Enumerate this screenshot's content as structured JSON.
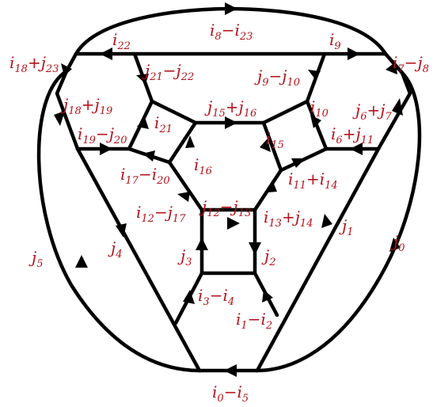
{
  "colors": {
    "edge": "#000000",
    "label": "#b5121b",
    "background": "#ffffff"
  },
  "labels": {
    "top_outer": "i8−i23",
    "i22": "i22",
    "i9": "i9",
    "i18j23": "i18+j23",
    "i7j8": "i7−j8",
    "j21j22": "j21−j22",
    "j9j10": "j9−j10",
    "j18j19": "j18+j19",
    "j6j7": "j6+j7",
    "j15j16": "j15+j16",
    "i21": "i21",
    "i10": "i10",
    "i19j20": "i19−j20",
    "i6j11": "i6+j11",
    "i15": "i15",
    "i16": "i16",
    "i17i20": "i17−i20",
    "i11i14": "i11+i14",
    "i12j17": "i12−j17",
    "j12j13": "j12−j13",
    "i13j14": "i13+j14",
    "j1": "j1",
    "j0": "j0",
    "j4": "j4",
    "j3": "j3",
    "j2": "j2",
    "j5": "j5",
    "i3i4": "i3−i4",
    "i1i2": "i1−i2",
    "i0i5": "i0−i5"
  }
}
